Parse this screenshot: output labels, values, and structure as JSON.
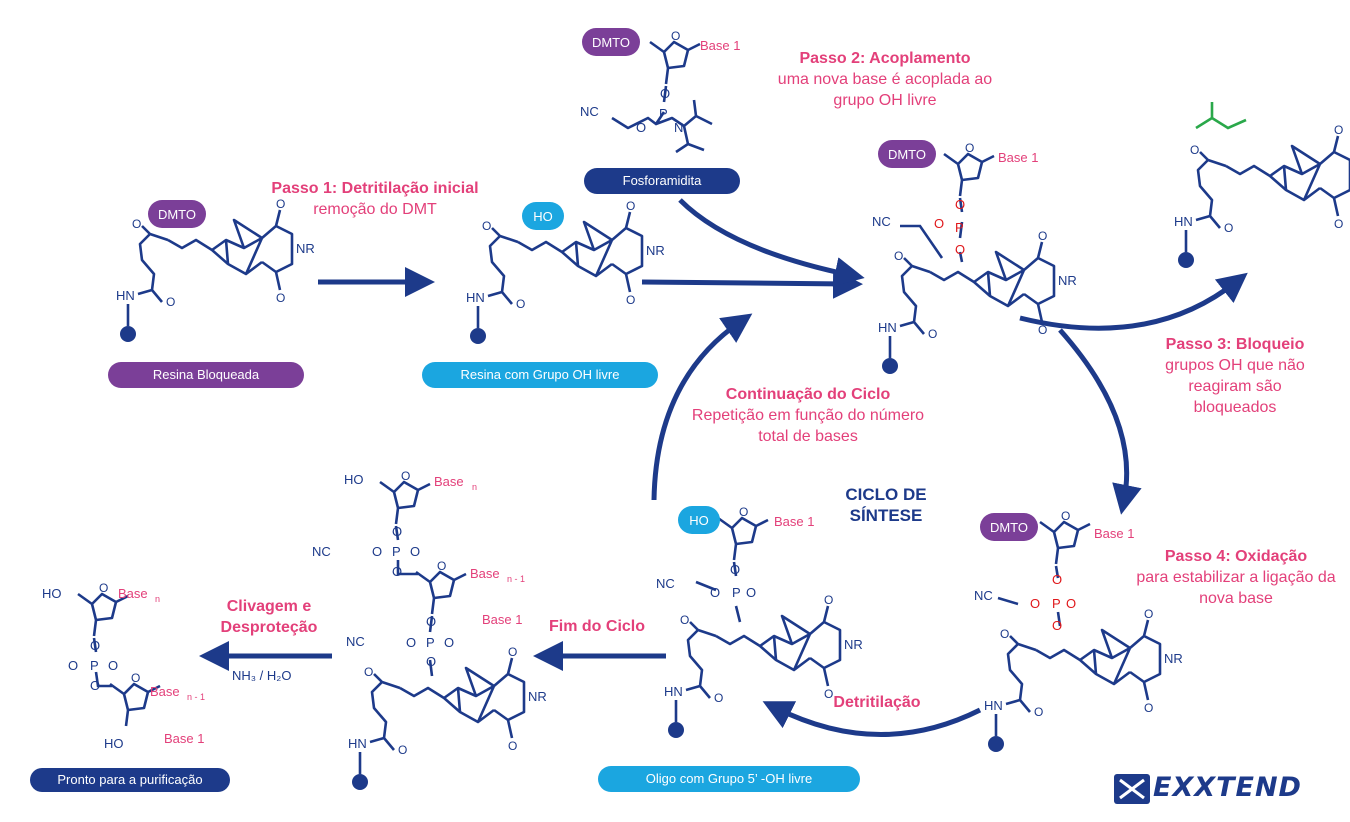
{
  "labels": {
    "resin_blocked": "Resina Bloqueada",
    "resin_oh": "Resina com Grupo OH livre",
    "phosphoramidite": "Fosforamidita",
    "oligo_5oh": "Oligo com Grupo 5’ -OH livre",
    "ready": "Pronto para a purificação"
  },
  "steps": {
    "step1_title": "Passo 1: Detritilação inicial",
    "step1_desc": "remoção do DMT",
    "step2_title": "Passo 2: Acoplamento",
    "step2_desc": "uma nova base é acoplada ao grupo OH livre",
    "step3_title": "Passo 3: Bloqueio",
    "step3_desc": "grupos OH que não reagiram são bloqueados",
    "step4_title": "Passo 4: Oxidação",
    "step4_desc": "para estabilizar a ligação da nova base",
    "continuation_title": "Continuação do Ciclo",
    "continuation_desc": "Repetição em função do número total de bases",
    "detritylation": "Detritilação",
    "end_cycle": "Fim do Ciclo",
    "cleavage_title": "Clivagem e Desproteção",
    "reagents": "NH₃ / H₂O"
  },
  "cycle_title": "CICLO DE SÍNTESE",
  "chem": {
    "dmto": "DMTO",
    "ho": "HO",
    "base1": "Base 1",
    "nr": "NR",
    "nc": "NC",
    "hn": "HN",
    "o": "O",
    "p": "P",
    "n": "N",
    "base_n": "Base",
    "sub_n": "n",
    "sub_n1": "n - 1"
  },
  "brand": "EXXTEND",
  "colors": {
    "navy": "#1d3a8a",
    "magenta": "#e3407a",
    "purple": "#7b3f98",
    "cyan": "#1ba6e0",
    "red": "#e0181b",
    "green": "#2aa84a"
  }
}
